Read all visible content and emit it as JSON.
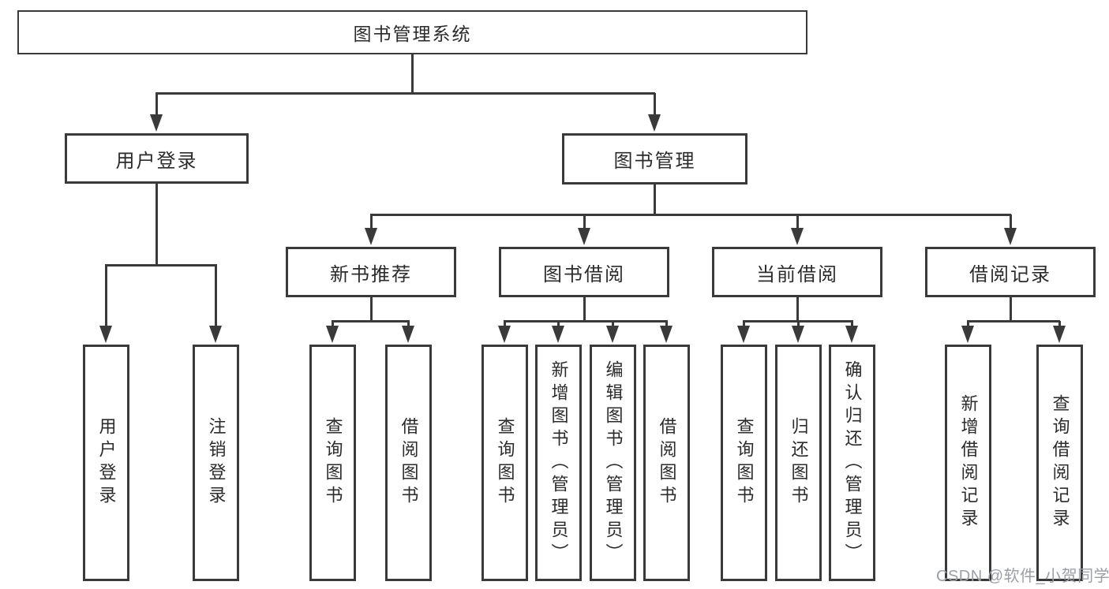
{
  "root": {
    "label": "图书管理系统"
  },
  "level2": [
    {
      "label": "用户登录"
    },
    {
      "label": "图书管理"
    }
  ],
  "modules": [
    {
      "label": "新书推荐"
    },
    {
      "label": "图书借阅"
    },
    {
      "label": "当前借阅"
    },
    {
      "label": "借阅记录"
    }
  ],
  "leaves": {
    "login": [
      "用户登录",
      "注销登录"
    ],
    "recommend": [
      "查询图书",
      "借阅图书"
    ],
    "borrow": [
      "查询图书",
      "新增图书（管理员）",
      "编辑图书（管理员）",
      "借阅图书"
    ],
    "current": [
      "查询图书",
      "归还图书",
      "确认归还（管理员）"
    ],
    "records": [
      "新增借阅记录",
      "查询借阅记录"
    ]
  },
  "watermark": {
    "text": "CSDN @软件_小贺同学"
  },
  "colors": {
    "line": "#3a3a3a",
    "text": "#2b2b2b",
    "background": "#ffffff",
    "watermark": "#9aa0a6"
  }
}
